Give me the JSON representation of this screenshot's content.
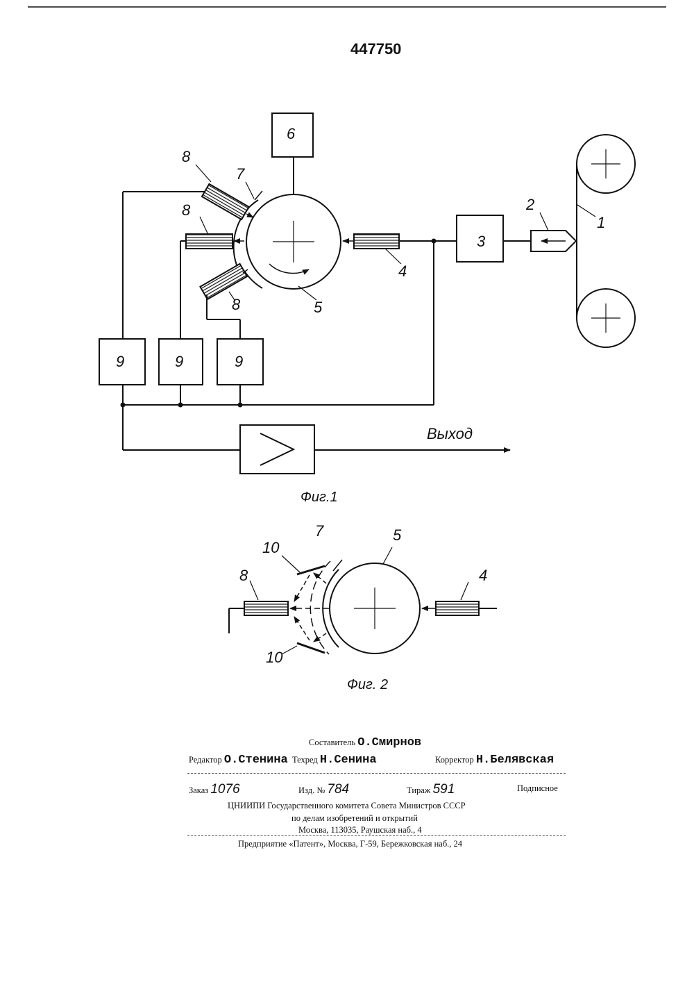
{
  "patent_number": "447750",
  "fig1": {
    "caption": "Фиг.1",
    "output_label": "Выход",
    "labels": {
      "l1": "1",
      "l2": "2",
      "l3": "3",
      "l4": "4",
      "l5": "5",
      "l6": "6",
      "l7": "7",
      "l8a": "8",
      "l8b": "8",
      "l8c": "8",
      "l9a": "9",
      "l9b": "9",
      "l9c": "9"
    }
  },
  "fig2": {
    "caption": "Фиг. 2",
    "labels": {
      "l4": "4",
      "l5": "5",
      "l7": "7",
      "l8": "8",
      "l10a": "10",
      "l10b": "10"
    }
  },
  "imprint": {
    "compiler_label": "Составитель",
    "compiler": "О.Смирнов",
    "editor_label": "Редактор",
    "editor": "О.Стенина",
    "techred_label": "Техред",
    "techred": "Н.Сенина",
    "corrector_label": "Корректор",
    "corrector": "Н.Белявская",
    "order_label": "Заказ",
    "order": "1076",
    "edition_label": "Изд. №",
    "edition": "784",
    "circulation_label": "Тираж",
    "circulation": "591",
    "subscription": "Подписное",
    "org_line1": "ЦНИИПИ Государственного комитета Совета Министров СССР",
    "org_line2": "по делам изобретений и открытий",
    "org_line3": "Москва, 113035, Раушская наб., 4",
    "printer": "Предприятие «Патент», Москва, Г-59, Бережковская наб., 24"
  }
}
